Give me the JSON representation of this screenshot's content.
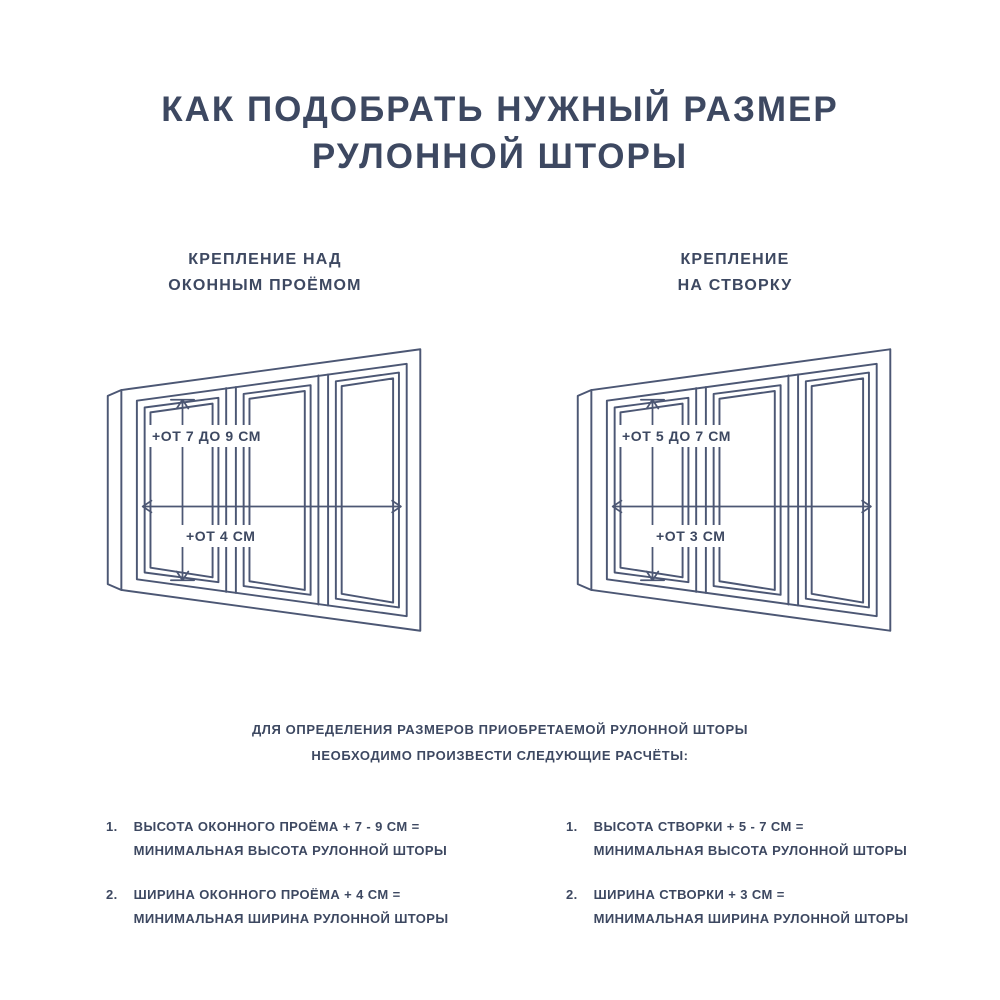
{
  "page": {
    "title_line1": "КАК ПОДОБРАТЬ НУЖНЫЙ РАЗМЕР",
    "title_line2": "РУЛОННОЙ ШТОРЫ"
  },
  "colors": {
    "ink": "#3d4861",
    "line": "#4c5774",
    "bg": "#ffffff"
  },
  "diagrams": [
    {
      "heading_line1": "КРЕПЛЕНИЕ НАД",
      "heading_line2": "ОКОННЫМ ПРОЁМОМ",
      "height_label": "+ОТ 7 ДО 9 СМ",
      "width_label": "+ОТ 4 СМ"
    },
    {
      "heading_line1": "КРЕПЛЕНИЕ",
      "heading_line2": "НА СТВОРКУ",
      "height_label": "+ОТ 5 ДО 7 СМ",
      "width_label": "+ОТ 3 СМ"
    }
  ],
  "instructions": {
    "intro_line1": "ДЛЯ ОПРЕДЕЛЕНИЯ РАЗМЕРОВ ПРИОБРЕТАЕМОЙ РУЛОННОЙ ШТОРЫ",
    "intro_line2": "НЕОБХОДИМО ПРОИЗВЕСТИ СЛЕДУЮЩИЕ РАСЧЁТЫ:",
    "left": [
      {
        "num": "1.",
        "line1": "ВЫСОТА ОКОННОГО ПРОЁМА + 7 - 9 СМ =",
        "line2": "МИНИМАЛЬНАЯ ВЫСОТА РУЛОННОЙ ШТОРЫ"
      },
      {
        "num": "2.",
        "line1": "ШИРИНА ОКОННОГО ПРОЁМА + 4 СМ =",
        "line2": "МИНИМАЛЬНАЯ ШИРИНА РУЛОННОЙ ШТОРЫ"
      }
    ],
    "right": [
      {
        "num": "1.",
        "line1": "ВЫСОТА СТВОРКИ + 5 - 7 СМ =",
        "line2": "МИНИМАЛЬНАЯ ВЫСОТА РУЛОННОЙ ШТОРЫ"
      },
      {
        "num": "2.",
        "line1": "ШИРИНА СТВОРКИ + 3 СМ =",
        "line2": "МИНИМАЛЬНАЯ ШИРИНА РУЛОННОЙ ШТОРЫ"
      }
    ]
  }
}
